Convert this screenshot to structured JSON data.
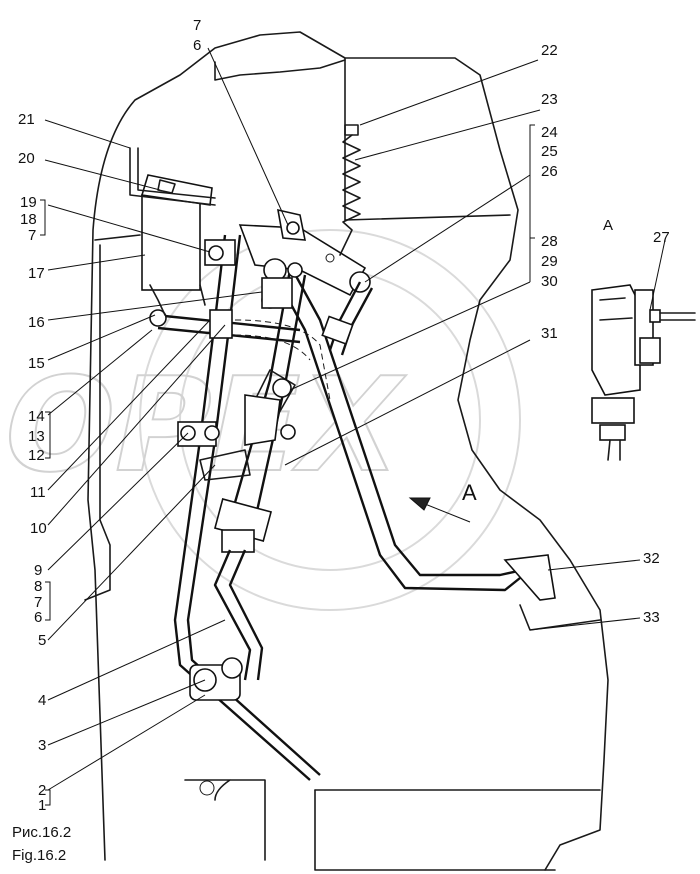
{
  "watermark": {
    "text": "OPEX"
  },
  "caption": {
    "ru": "Рис.16.2",
    "en": "Fig.16.2"
  },
  "view_label": "A",
  "arrow_label": "A",
  "callouts": {
    "c1": "1",
    "c2": "2",
    "c3": "3",
    "c4": "4",
    "c5": "5",
    "c6a": "6",
    "c7a": "7",
    "c8": "8",
    "c9": "9",
    "c10": "10",
    "c11": "11",
    "c12": "12",
    "c13": "13",
    "c14": "14",
    "c15": "15",
    "c16": "16",
    "c17": "17",
    "c7b": "7",
    "c18": "18",
    "c19": "19",
    "c20": "20",
    "c21": "21",
    "c7c": "7",
    "c6c": "6",
    "c22": "22",
    "c23": "23",
    "c24": "24",
    "c25": "25",
    "c26": "26",
    "c27": "27",
    "c28": "28",
    "c29": "29",
    "c30": "30",
    "c31": "31",
    "c32": "32",
    "c33": "33"
  }
}
